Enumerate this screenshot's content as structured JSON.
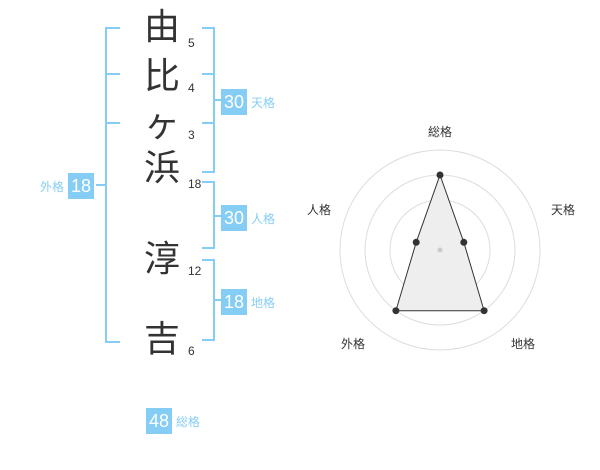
{
  "name": {
    "characters": [
      {
        "char": "由",
        "strokes": "5"
      },
      {
        "char": "比",
        "strokes": "4"
      },
      {
        "char": "ヶ",
        "strokes": "3"
      },
      {
        "char": "浜",
        "strokes": "18"
      },
      {
        "char": "淳",
        "strokes": "12"
      },
      {
        "char": "吉",
        "strokes": "6"
      }
    ]
  },
  "scores": {
    "tenkaku": {
      "value": "30",
      "label": "天格"
    },
    "jinkaku": {
      "value": "30",
      "label": "人格"
    },
    "chikaku": {
      "value": "18",
      "label": "地格"
    },
    "gaikaku": {
      "value": "18",
      "label": "外格"
    },
    "soukaku": {
      "value": "48",
      "label": "総格"
    }
  },
  "radar": {
    "axes": [
      "総格",
      "天格",
      "地格",
      "外格",
      "人格"
    ],
    "levels": [
      0.75,
      0.25,
      0.75,
      0.75,
      0.25
    ],
    "accent_color": "#86cdf5",
    "fill_color": "#eeeeee"
  }
}
